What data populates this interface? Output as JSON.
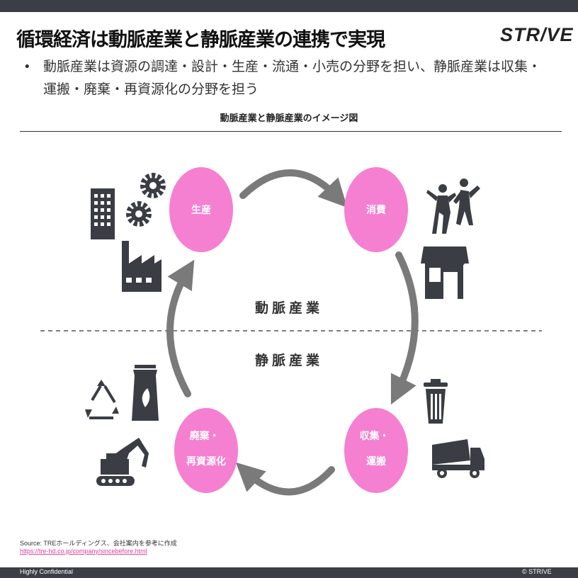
{
  "header": {
    "title": "循環経済は動脈産業と静脈産業の連携で実現",
    "logo": "STR/VE",
    "bullet": "動脈産業は資源の調達・設計・生産・流通・小売の分野を担い、静脈産業は収集・運搬・廃棄・再資源化の分野を担う"
  },
  "diagram": {
    "subtitle": "動脈産業と静脈産業のイメージ図",
    "upper_label": "動脈産業",
    "lower_label": "静脈産業",
    "nodes": [
      {
        "label_lines": [
          "生産"
        ]
      },
      {
        "label_lines": [
          "消費"
        ]
      },
      {
        "label_lines": [
          "収集・",
          "運搬"
        ]
      },
      {
        "label_lines": [
          "廃棄・",
          "再資源化"
        ]
      }
    ],
    "icons": [
      "building-icon",
      "gears-icon",
      "factory-icon",
      "dancing-people-icon",
      "storefront-icon",
      "trash-can-icon",
      "dump-truck-icon",
      "recycle-icon",
      "fertilizer-bag-icon",
      "excavator-icon"
    ],
    "colors": {
      "node": "#f57fd0",
      "arrow": "#7a7a7a",
      "icon": "#3a3d44"
    }
  },
  "source": {
    "text": "Source: TREホールディングス、会社案内を参考に作成",
    "link": "https://tre-hd.co.jp/company/sincebefore.html"
  },
  "footer": {
    "left": "Highly Confidential",
    "right": "© STRIVE"
  }
}
